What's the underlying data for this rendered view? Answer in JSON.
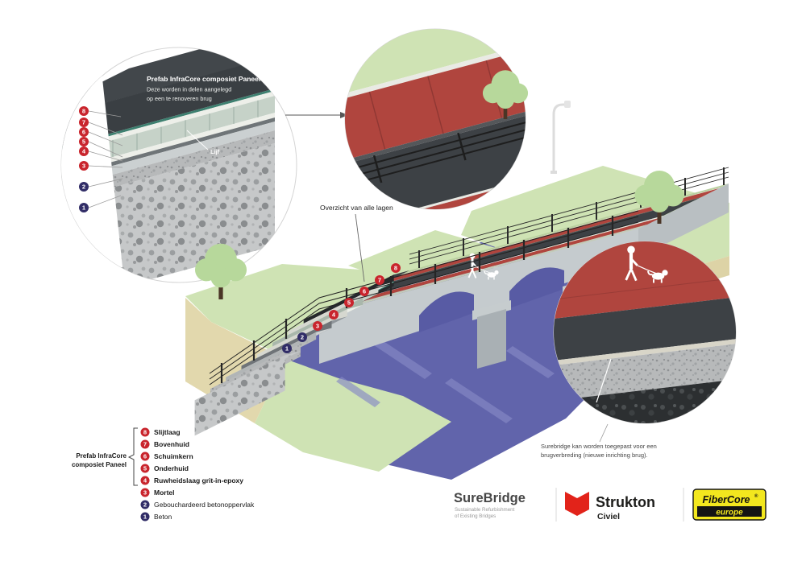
{
  "panel_callout": {
    "title": "Prefab InfraCore composiet Paneel",
    "desc_line1": "Deze worden in delen aangelegd",
    "desc_line2": "op een te renoveren brug",
    "web_label": "Lijf"
  },
  "scene": {
    "overview_label": "Overzicht van alle lagen"
  },
  "widening_note": {
    "line1": "Surebridge kan worden toegepast voor een",
    "line2": "brugverbreding (nieuwe inrichting brug)."
  },
  "legend": {
    "group_label_line1": "Prefab InfraCore",
    "group_label_line2": "composiet Paneel",
    "items": [
      {
        "num": "8",
        "label": "Slijtlaag",
        "color": "#c9252d"
      },
      {
        "num": "7",
        "label": "Bovenhuid",
        "color": "#c9252d"
      },
      {
        "num": "6",
        "label": "Schuimkern",
        "color": "#c9252d"
      },
      {
        "num": "5",
        "label": "Onderhuid",
        "color": "#c9252d"
      },
      {
        "num": "4",
        "label": "Ruwheidslaag grit-in-epoxy",
        "color": "#c9252d"
      },
      {
        "num": "3",
        "label": "Mortel",
        "color": "#c9252d"
      },
      {
        "num": "2",
        "label": "Gebouchardeerd betonoppervlak",
        "color": "#312d67"
      },
      {
        "num": "1",
        "label": "Beton",
        "color": "#312d67"
      }
    ]
  },
  "branding": {
    "surebridge_title": "SureBridge",
    "surebridge_sub1": "Sustainable Refurbishment",
    "surebridge_sub2": "of Existing Bridges",
    "strukton_title": "Strukton",
    "strukton_sub": "Civiel",
    "fibercore_title": "FiberCore",
    "fibercore_reg": "®",
    "fibercore_sub": "europe"
  },
  "palette": {
    "marker_red": "#c9252d",
    "marker_navy": "#312d67",
    "water": "#6164ab",
    "grass": "#cfe3b4",
    "foliage": "#b7d89b",
    "ground_tan": "#e2d8ad",
    "asphalt": "#3d4145",
    "cycle_path_red": "#b0453e",
    "panel_green_edge": "#3e8070",
    "strukton_red": "#e2231a",
    "fibercore_yellow": "#f3e71e"
  }
}
